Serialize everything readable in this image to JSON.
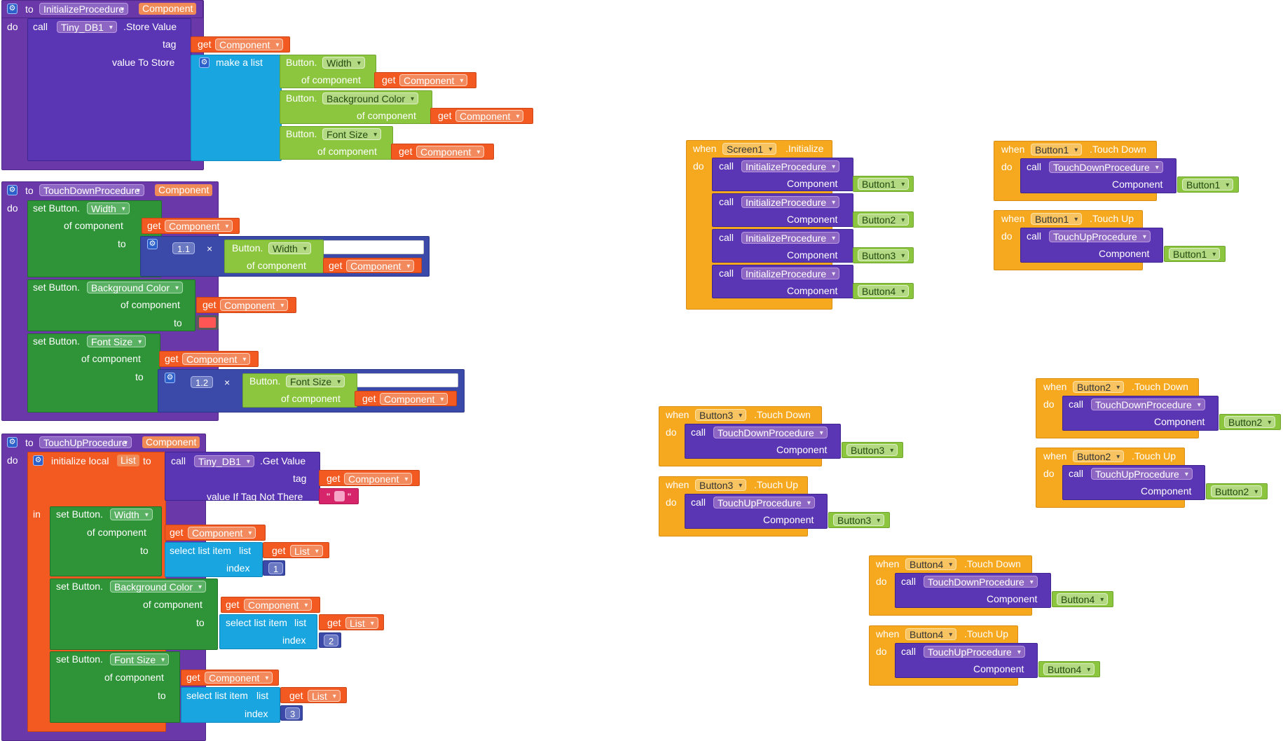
{
  "kw": {
    "to": "to",
    "do": "do",
    "call": "call",
    "get": "get",
    "set": "set",
    "when": "when",
    "in": "in",
    "of_component": "of component",
    "times": "×",
    "dot": "."
  },
  "proc_initialize": {
    "name": "InitializeProcedure",
    "param": "Component",
    "db": "Tiny_DB1",
    "method": ".Store Value",
    "tag_label": "tag",
    "value_label": "value To Store",
    "make_list": "make a list",
    "button": "Button.",
    "props": [
      "Width",
      "Background Color",
      "Font Size"
    ],
    "get_var": "Component"
  },
  "proc_touchdown": {
    "name": "TouchDownProcedure",
    "param": "Component",
    "set_button": "set Button.",
    "props": [
      "Width",
      "Background Color",
      "Font Size"
    ],
    "get_var": "Component",
    "multiplier_width": "1.1",
    "multiplier_font": "1.2",
    "button": "Button."
  },
  "proc_touchup": {
    "name": "TouchUpProcedure",
    "param": "Component",
    "init_local": "initialize local",
    "local_name": "List",
    "db": "Tiny_DB1",
    "method": ".Get Value",
    "tag_label": "tag",
    "not_there_label": "value If Tag Not There",
    "quote_open": "\"",
    "quote_close": "\"",
    "set_button": "set Button.",
    "props": [
      "Width",
      "Background Color",
      "Font Size"
    ],
    "select_item": "select list item",
    "list_label": "list",
    "index_label": "index",
    "indices": [
      "1",
      "2",
      "3"
    ],
    "get_var": "Component",
    "get_list": "List"
  },
  "screen_init": {
    "component": "Screen1",
    "event": ".Initialize",
    "procedure": "InitializeProcedure",
    "arg_label": "Component",
    "buttons": [
      "Button1",
      "Button2",
      "Button3",
      "Button4"
    ]
  },
  "events": [
    {
      "component": "Button1",
      "event": ".Touch Down",
      "procedure": "TouchDownProcedure",
      "arg": "Button1"
    },
    {
      "component": "Button1",
      "event": ".Touch Up",
      "procedure": "TouchUpProcedure",
      "arg": "Button1"
    },
    {
      "component": "Button2",
      "event": ".Touch Down",
      "procedure": "TouchDownProcedure",
      "arg": "Button2"
    },
    {
      "component": "Button2",
      "event": ".Touch Up",
      "procedure": "TouchUpProcedure",
      "arg": "Button2"
    },
    {
      "component": "Button3",
      "event": ".Touch Down",
      "procedure": "TouchDownProcedure",
      "arg": "Button3"
    },
    {
      "component": "Button3",
      "event": ".Touch Up",
      "procedure": "TouchUpProcedure",
      "arg": "Button3"
    },
    {
      "component": "Button4",
      "event": ".Touch Down",
      "procedure": "TouchDownProcedure",
      "arg": "Button4"
    },
    {
      "component": "Button4",
      "event": ".Touch Up",
      "procedure": "TouchUpProcedure",
      "arg": "Button4"
    }
  ],
  "colors": {
    "procedure": "#6a38a8",
    "event": "#f6a81e",
    "setter": "#2e9437",
    "getter": "#8cc63f",
    "variable": "#f25a21",
    "list": "#18a5e0",
    "math": "#3b4aa8",
    "text": "#d6256a",
    "color_swatch_red": "#ff5555",
    "color_swatch_pink": "#f6a5c8"
  },
  "icons": [
    "mutator-gear-icon"
  ],
  "arg_label": "Component"
}
